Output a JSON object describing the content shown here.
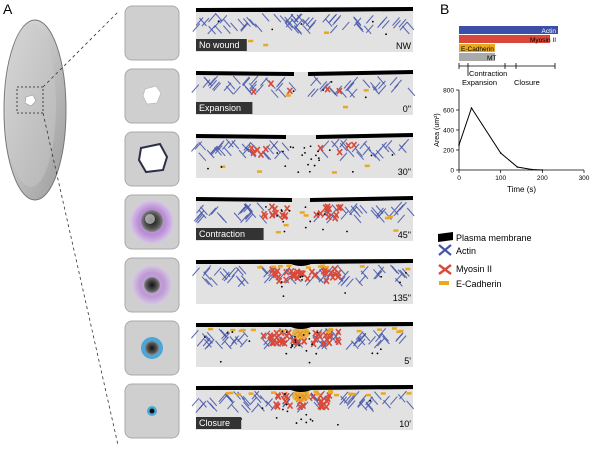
{
  "panels": {
    "a": "A",
    "b": "B"
  },
  "rows": [
    {
      "label": "No wound",
      "time": "NW"
    },
    {
      "label": "Expansion",
      "time": "0\""
    },
    {
      "label": "",
      "time": "30\""
    },
    {
      "label": "Contraction",
      "time": "45\""
    },
    {
      "label": "",
      "time": "135\""
    },
    {
      "label": "",
      "time": "5'"
    },
    {
      "label": "Closure",
      "time": "10'"
    }
  ],
  "legend": {
    "plasma_membrane": "Plasma membrane",
    "actin": "Actin",
    "myosin": "Myosin II",
    "ecad": "E-Cadherin"
  },
  "colors": {
    "membrane": "#000000",
    "actin": "#4455aa",
    "myosin": "#d94a3a",
    "ecad": "#e8a820",
    "mt": "#aaaaaa",
    "cytoplasm": "#e2e2e2"
  },
  "bars": {
    "actin": "Actin",
    "myosin": "Myosin II",
    "ecad": "E-Cadherin",
    "mt": "MT"
  },
  "phases": {
    "contraction": "Contraction",
    "expansion": "Expansion",
    "closure": "Closure"
  },
  "chart_data": {
    "type": "line",
    "xlabel": "Time (s)",
    "ylabel": "Area (um²)",
    "xlim": [
      0,
      300
    ],
    "ylim": [
      0,
      800
    ],
    "xticks": [
      0,
      100,
      200,
      300
    ],
    "yticks": [
      0,
      200,
      400,
      600,
      800
    ],
    "x": [
      0,
      30,
      100,
      140,
      175,
      200
    ],
    "y": [
      250,
      620,
      170,
      30,
      5,
      0
    ]
  }
}
